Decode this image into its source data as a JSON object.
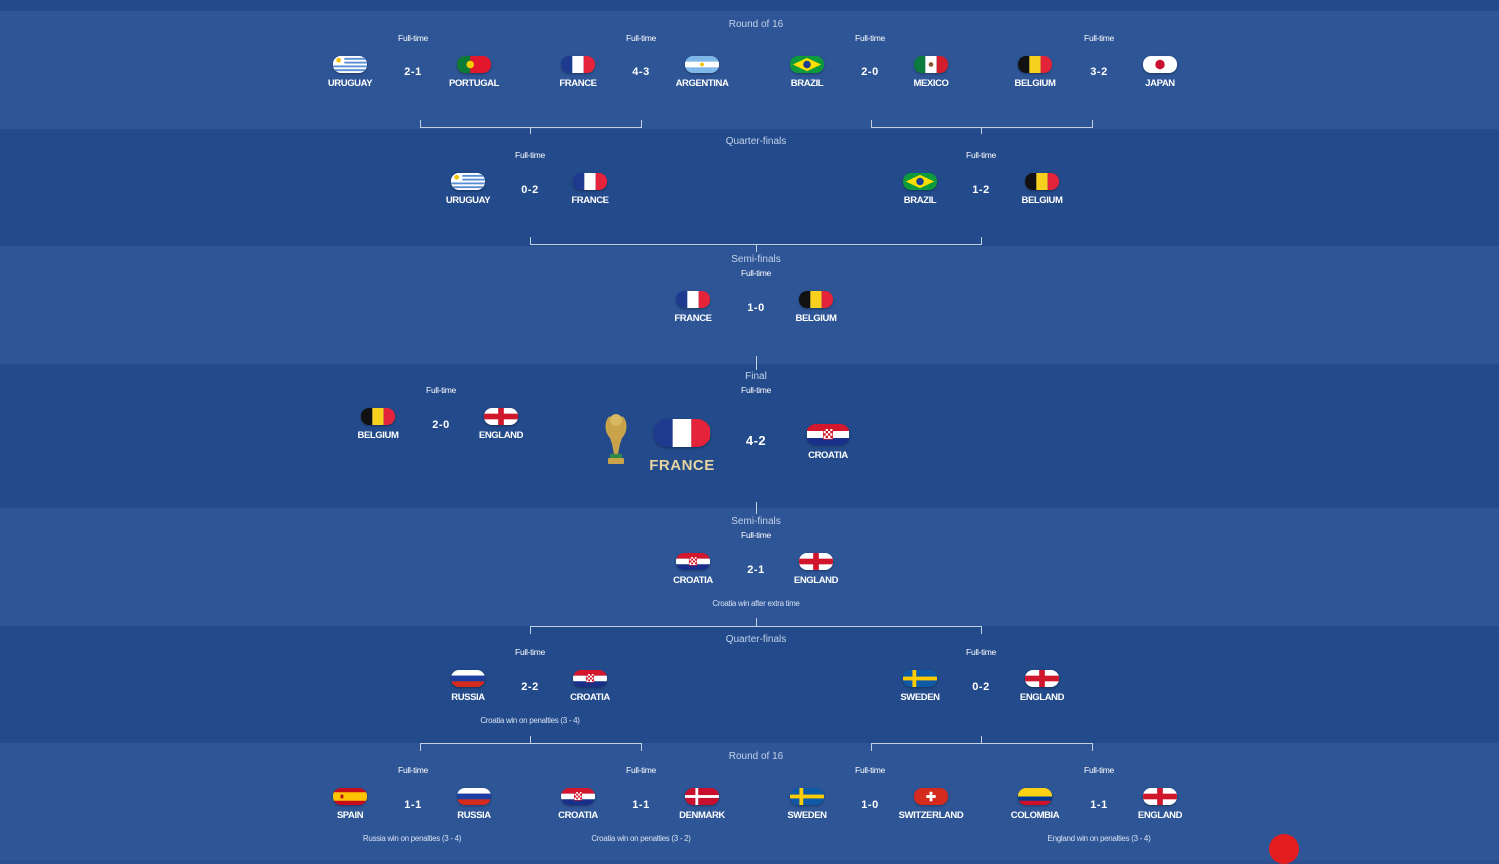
{
  "stages": {
    "r16_top": "Round of 16",
    "qf_top": "Quarter-finals",
    "sf_top": "Semi-finals",
    "final": "Final",
    "sf_bottom": "Semi-finals",
    "qf_bottom": "Quarter-finals",
    "r16_bottom": "Round of 16"
  },
  "fulltime": "Full-time",
  "matches": {
    "r16t1": {
      "home": "URUGUAY",
      "away": "PORTUGAL",
      "score": "2-1"
    },
    "r16t2": {
      "home": "FRANCE",
      "away": "ARGENTINA",
      "score": "4-3"
    },
    "r16t3": {
      "home": "BRAZIL",
      "away": "MEXICO",
      "score": "2-0"
    },
    "r16t4": {
      "home": "BELGIUM",
      "away": "JAPAN",
      "score": "3-2"
    },
    "qft1": {
      "home": "URUGUAY",
      "away": "FRANCE",
      "score": "0-2"
    },
    "qft2": {
      "home": "BRAZIL",
      "away": "BELGIUM",
      "score": "1-2"
    },
    "sft": {
      "home": "FRANCE",
      "away": "BELGIUM",
      "score": "1-0"
    },
    "third": {
      "home": "BELGIUM",
      "away": "ENGLAND",
      "score": "2-0"
    },
    "final": {
      "champion": "FRANCE",
      "away": "CROATIA",
      "score": "4-2"
    },
    "sfb": {
      "home": "CROATIA",
      "away": "ENGLAND",
      "score": "2-1",
      "note": "Croatia win after extra time"
    },
    "qfb1": {
      "home": "RUSSIA",
      "away": "CROATIA",
      "score": "2-2",
      "note": "Croatia win on penalties (3 - 4)"
    },
    "qfb2": {
      "home": "SWEDEN",
      "away": "ENGLAND",
      "score": "0-2"
    },
    "r16b1": {
      "home": "SPAIN",
      "away": "RUSSIA",
      "score": "1-1",
      "note": "Russia win on penalties (3 - 4)"
    },
    "r16b2": {
      "home": "CROATIA",
      "away": "DENMARK",
      "score": "1-1",
      "note": "Croatia win on penalties (3 - 2)"
    },
    "r16b3": {
      "home": "SWEDEN",
      "away": "SWITZERLAND",
      "score": "1-0"
    },
    "r16b4": {
      "home": "COLOMBIA",
      "away": "ENGLAND",
      "score": "1-1",
      "note": "England win on penalties (3 - 4)"
    }
  },
  "colors": {
    "band_light": "#2e5596",
    "band_dark": "#234a8a",
    "accent_red": "#e41e1e",
    "champion_gold": "#e8d4a0"
  }
}
